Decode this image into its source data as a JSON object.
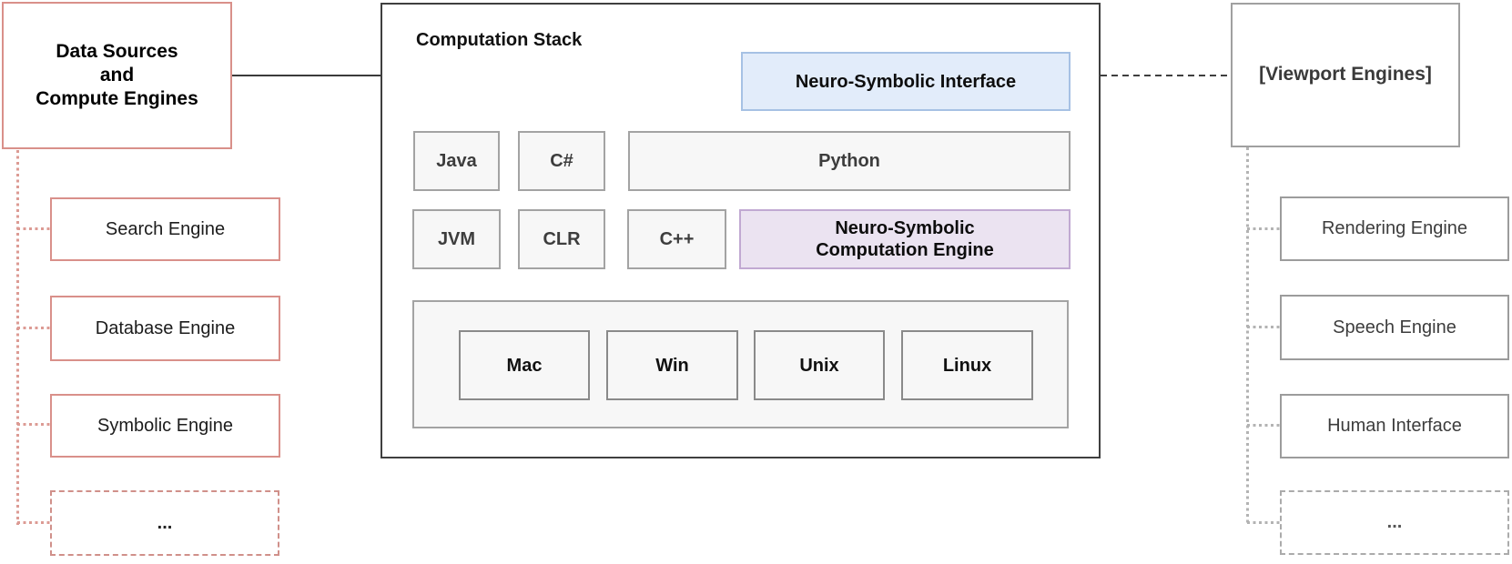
{
  "diagram": {
    "left_panel": {
      "title_lines": [
        "Data Sources",
        "and",
        "Compute Engines"
      ],
      "engines": [
        {
          "label": "Search Engine"
        },
        {
          "label": "Database Engine"
        },
        {
          "label": "Symbolic Engine"
        }
      ],
      "more_label": "...",
      "accent_border_color": "#d9908a",
      "connector_color": "#dc9b94"
    },
    "stack": {
      "title": "Computation Stack",
      "interface_label": "Neuro-Symbolic Interface",
      "interface_fill": "#e2ecfa",
      "interface_border": "#a6c1e4",
      "languages": [
        "Java",
        "C#",
        "Python"
      ],
      "runtimes": [
        "JVM",
        "CLR",
        "C++"
      ],
      "engine_lines": [
        "Neuro-Symbolic",
        "Computation Engine"
      ],
      "engine_fill": "#ebe3f1",
      "engine_border": "#c1a9d2",
      "platforms": [
        "Mac",
        "Win",
        "Unix",
        "Linux"
      ],
      "box_fill": "#f7f7f7",
      "box_border": "#a3a3a3",
      "outline_color": "#3f3f3f"
    },
    "right_panel": {
      "title": "[Viewport Engines]",
      "engines": [
        {
          "label": "Rendering Engine"
        },
        {
          "label": "Speech Engine"
        },
        {
          "label": "Human Interface"
        }
      ],
      "more_label": "...",
      "border_color": "#9c9c9c",
      "connector_color": "#b3b3b3"
    }
  }
}
